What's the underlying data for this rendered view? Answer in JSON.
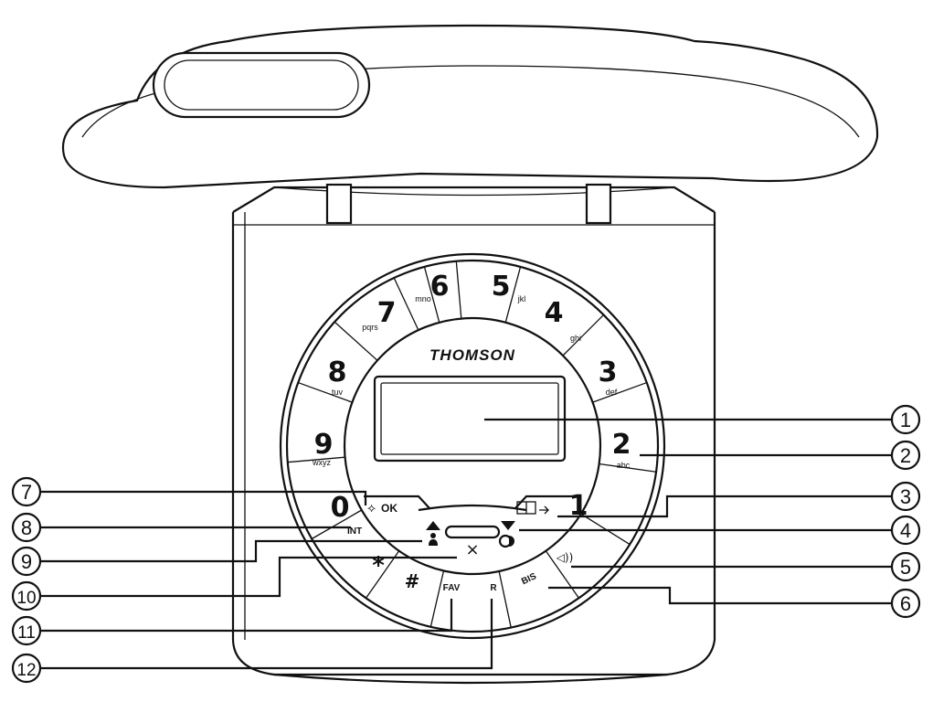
{
  "brand": "THOMSON",
  "keys": {
    "k1": {
      "digit": "1",
      "sub": ""
    },
    "k2": {
      "digit": "2",
      "sub": "abc"
    },
    "k3": {
      "digit": "3",
      "sub": "def"
    },
    "k4": {
      "digit": "4",
      "sub": "ghi"
    },
    "k5": {
      "digit": "5",
      "sub": "jkl"
    },
    "k6": {
      "digit": "6",
      "sub": "mno"
    },
    "k7": {
      "digit": "7",
      "sub": "pqrs"
    },
    "k8": {
      "digit": "8",
      "sub": "tuv"
    },
    "k9": {
      "digit": "9",
      "sub": "wxyz"
    },
    "k0": {
      "digit": "0",
      "sub": "INT"
    },
    "star": {
      "symbol": "*"
    },
    "hash": {
      "symbol": "#"
    },
    "fav": {
      "label": "FAV"
    },
    "recall": {
      "label": "R"
    },
    "redial": {
      "label": "BIS"
    },
    "ok": {
      "label": "OK"
    },
    "cancel": {
      "symbol": "×"
    },
    "speaker": {
      "symbol": "◁))"
    }
  },
  "callouts": [
    "1",
    "2",
    "3",
    "4",
    "5",
    "6",
    "7",
    "8",
    "9",
    "10",
    "11",
    "12"
  ]
}
